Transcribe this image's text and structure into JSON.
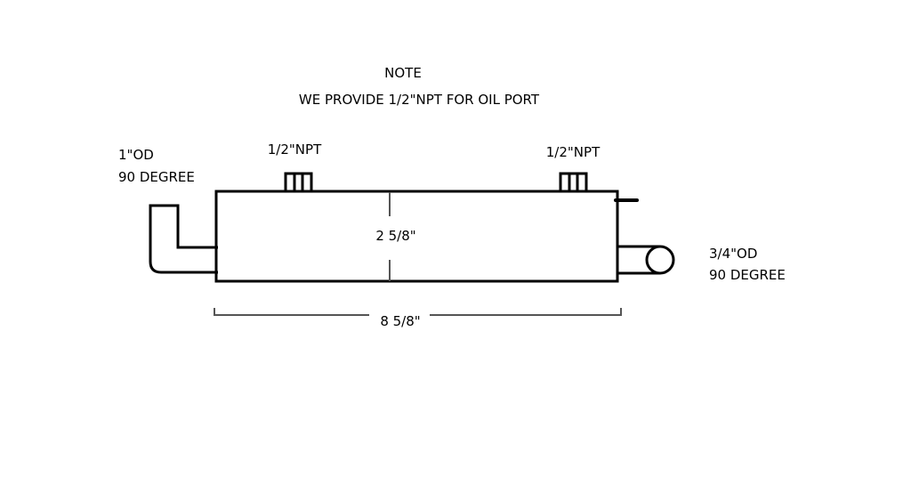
{
  "note": {
    "title": "NOTE",
    "text": "WE PROVIDE 1/2\"NPT FOR OIL PORT"
  },
  "inlet": {
    "size": "1\"OD",
    "angle": "90 DEGREE"
  },
  "outlet": {
    "size": "3/4\"OD",
    "angle": "90 DEGREE"
  },
  "ports": [
    {
      "label": "1/2\"NPT"
    },
    {
      "label": "1/2\"NPT"
    }
  ],
  "dimensions": {
    "height": "2 5/8\"",
    "length": "8 5/8\""
  }
}
